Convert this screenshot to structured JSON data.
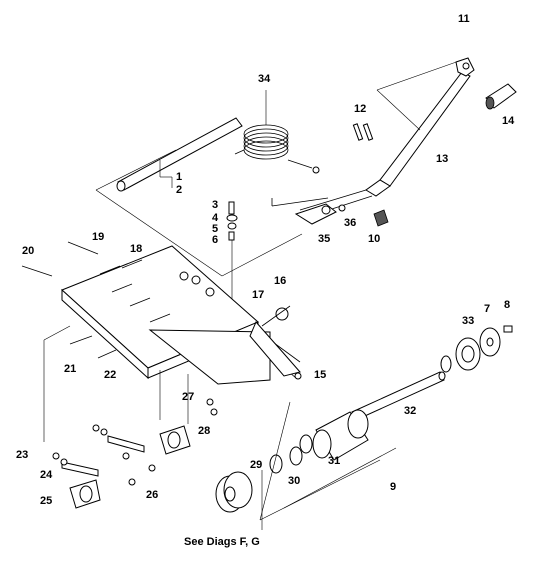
{
  "caption": "See Diags F, G",
  "callouts": [
    {
      "id": "p1",
      "text": "1"
    },
    {
      "id": "p2",
      "text": "2"
    },
    {
      "id": "p3",
      "text": "3"
    },
    {
      "id": "p4",
      "text": "4"
    },
    {
      "id": "p5",
      "text": "5"
    },
    {
      "id": "p6",
      "text": "6"
    },
    {
      "id": "p7",
      "text": "7"
    },
    {
      "id": "p8",
      "text": "8"
    },
    {
      "id": "p9",
      "text": "9"
    },
    {
      "id": "p10",
      "text": "10"
    },
    {
      "id": "p11",
      "text": "11"
    },
    {
      "id": "p12",
      "text": "12"
    },
    {
      "id": "p13",
      "text": "13"
    },
    {
      "id": "p14",
      "text": "14"
    },
    {
      "id": "p15",
      "text": "15"
    },
    {
      "id": "p16",
      "text": "16"
    },
    {
      "id": "p17",
      "text": "17"
    },
    {
      "id": "p18",
      "text": "18"
    },
    {
      "id": "p19",
      "text": "19"
    },
    {
      "id": "p20",
      "text": "20"
    },
    {
      "id": "p21",
      "text": "21"
    },
    {
      "id": "p22",
      "text": "22"
    },
    {
      "id": "p23",
      "text": "23"
    },
    {
      "id": "p24",
      "text": "24"
    },
    {
      "id": "p25",
      "text": "25"
    },
    {
      "id": "p26",
      "text": "26"
    },
    {
      "id": "p27",
      "text": "27"
    },
    {
      "id": "p28",
      "text": "28"
    },
    {
      "id": "p29",
      "text": "29"
    },
    {
      "id": "p30",
      "text": "30"
    },
    {
      "id": "p31",
      "text": "31"
    },
    {
      "id": "p32",
      "text": "32"
    },
    {
      "id": "p33",
      "text": "33"
    },
    {
      "id": "p34",
      "text": "34"
    },
    {
      "id": "p35",
      "text": "35"
    },
    {
      "id": "p36",
      "text": "36"
    }
  ]
}
